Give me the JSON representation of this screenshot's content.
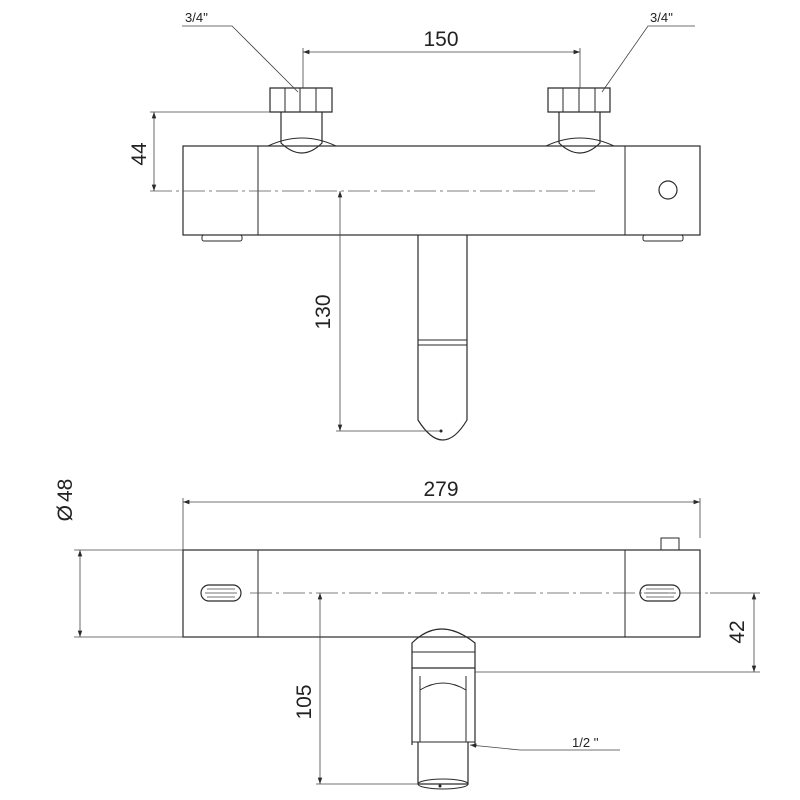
{
  "drawing": {
    "top_view": {
      "inlet_left_thread": "3/4''",
      "inlet_right_thread": "3/4''",
      "inlet_spacing": "150",
      "inlet_height": "44",
      "spout_projection": "130"
    },
    "front_view": {
      "diameter_symbol": "Ø",
      "diameter": "48",
      "overall_length": "279",
      "axis_to_spout": "42",
      "spout_height": "105",
      "outlet_thread": "1/2 ''"
    }
  }
}
